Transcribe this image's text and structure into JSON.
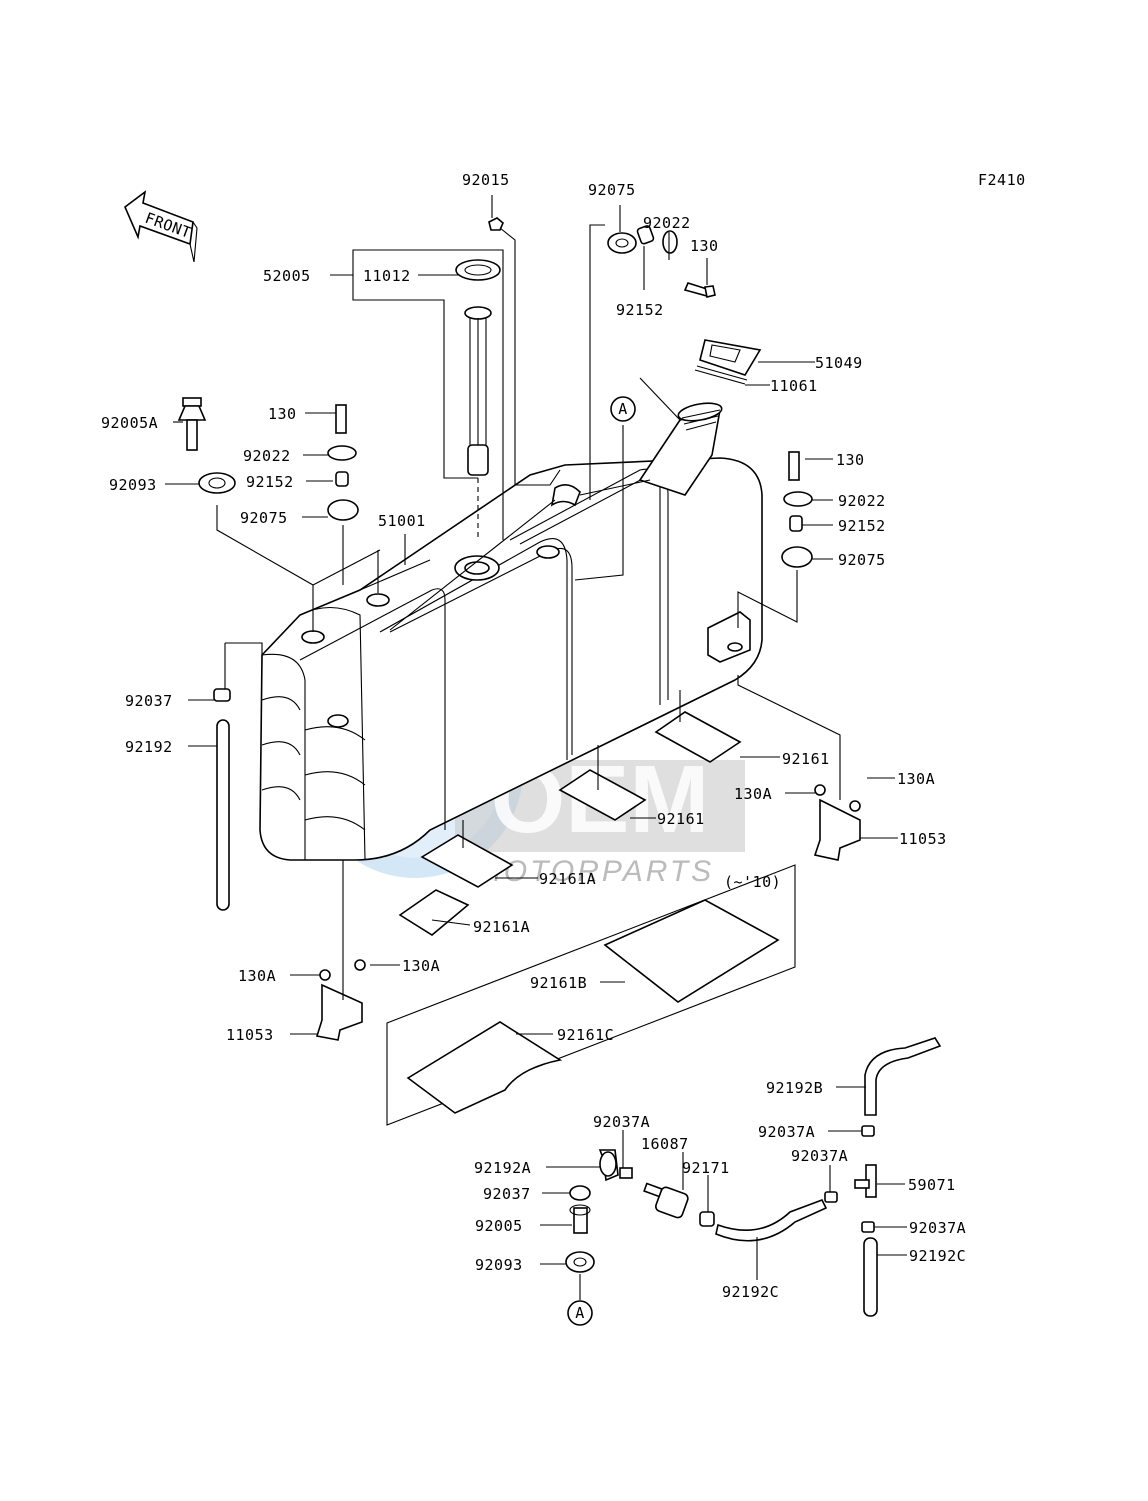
{
  "code": "F2410",
  "front_label": "FRONT",
  "watermark": {
    "brand": "OEM",
    "sub": "MOTORPARTS"
  },
  "callouts": [
    "A",
    "A"
  ],
  "note": "(~'10)",
  "labels": {
    "l92015": "92015",
    "l92075t": "92075",
    "l92022t": "92022",
    "l130t": "130",
    "l92152t": "92152",
    "l52005": "52005",
    "l11012": "11012",
    "l51049": "51049",
    "l11061": "11061",
    "l92005A": "92005A",
    "l130l": "130",
    "l92022l": "92022",
    "l92152l": "92152",
    "l92093l": "92093",
    "l92075l": "92075",
    "l51001": "51001",
    "l130r": "130",
    "l92022r": "92022",
    "l92152r": "92152",
    "l92075r": "92075",
    "l92037l": "92037",
    "l92192l": "92192",
    "l92161a": "92161",
    "l92161b": "92161",
    "l130Ar1": "130A",
    "l130Ar2": "130A",
    "l11053r": "11053",
    "l92161A1": "92161A",
    "l92161A2": "92161A",
    "l92161B": "92161B",
    "l92161C": "92161C",
    "l130Al1": "130A",
    "l130Al2": "130A",
    "l11053l": "11053",
    "l92192B": "92192B",
    "l92037A1": "92037A",
    "l16087": "16087",
    "l92171": "92171",
    "l92037A2": "92037A",
    "l92037A3": "92037A",
    "l59071": "59071",
    "l92037A4": "92037A",
    "l92192C1": "92192C",
    "l92192C2": "92192C",
    "l92192A": "92192A",
    "l92037b": "92037",
    "l92005b": "92005",
    "l92093b": "92093"
  }
}
